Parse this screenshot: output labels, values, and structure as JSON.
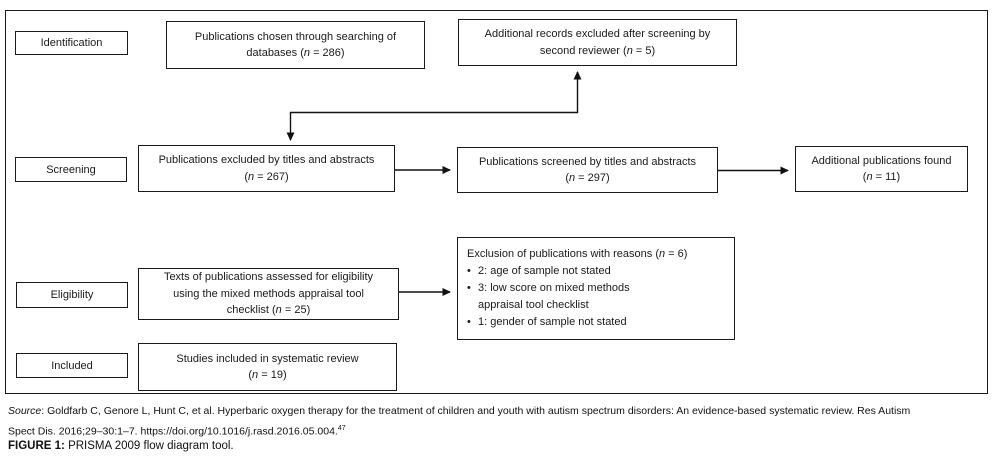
{
  "diagram": {
    "stage_labels": [
      {
        "label": "Identification"
      },
      {
        "label": "Screening"
      },
      {
        "label": "Eligibility"
      },
      {
        "label": "Included"
      }
    ],
    "boxes": {
      "search": {
        "lines": [
          "Publications chosen through searching of",
          "databases (n = 286)"
        ]
      },
      "second_reviewer": {
        "lines": [
          "Additional records excluded after screening by",
          "second reviewer (n = 5)"
        ]
      },
      "excluded_titles": {
        "lines": [
          "Publications excluded by titles and abstracts",
          "(n = 267)"
        ]
      },
      "screened_titles": {
        "lines": [
          "Publications screened by titles and abstracts",
          "(n = 297)"
        ]
      },
      "additional_found": {
        "lines": [
          "Additional publications found",
          "(n = 11)"
        ]
      },
      "assessed": {
        "lines": [
          "Texts of publications assessed for eligibility",
          "using the mixed methods appraisal tool",
          "checklist (n = 25)"
        ]
      },
      "exclusion": {
        "title": "Exclusion of publications with reasons (n = 6)",
        "bullets": [
          "2: age of sample not stated",
          "3: low score on mixed methods appraisal tool checklist",
          "1: gender of sample not stated"
        ]
      },
      "included_studies": {
        "lines": [
          "Studies included in systematic review",
          "(n = 19)"
        ]
      }
    }
  },
  "caption": {
    "source_label": "Source",
    "source_text_line1": ": Goldfarb C, Genore L, Hunt C, et al. Hyperbaric oxygen therapy for the treatment of children and youth with autism spectrum disorders: An evidence-based systematic review. Res Autism",
    "source_text_line2": "Spect Dis. 2016;29–30:1–7. https://doi.org/10.1016/j.rasd.2016.05.004.",
    "reference_superscript": "47",
    "figure_label": "FIGURE 1:",
    "figure_title": "PRISMA 2009 flow diagram tool."
  }
}
